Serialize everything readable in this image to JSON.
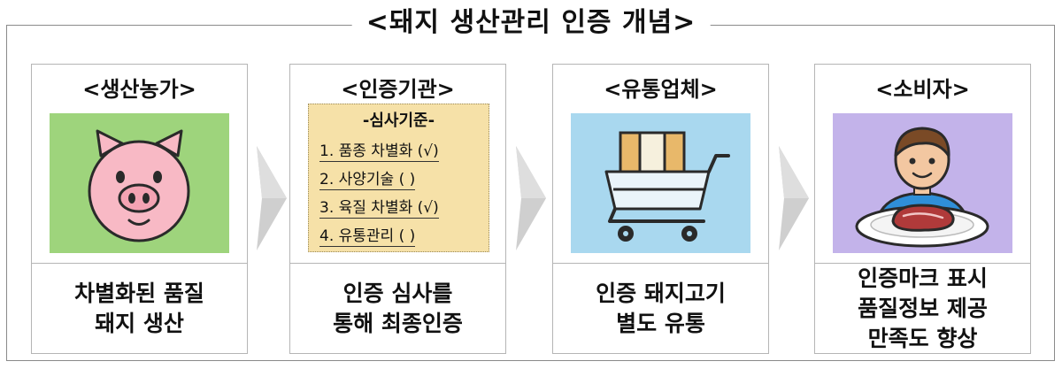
{
  "title": "<돼지 생산관리 인증 개념>",
  "cards": [
    {
      "title": "<생산농가>",
      "image_icon": "pig-face-icon",
      "desc": [
        "차별화된 품질",
        "돼지 생산"
      ]
    },
    {
      "title": "<인증기관>",
      "criteria_title": "-심사기준-",
      "criteria": [
        "1. 품종 차별화 (√)",
        "2. 사양기술 (   )",
        "3. 육질 차별화 (√)",
        "4. 유통관리 (   )"
      ],
      "desc": [
        "인증 심사를",
        "통해 최종인증"
      ]
    },
    {
      "title": "<유통업체>",
      "image_icon": "shopping-cart-with-box-icon",
      "desc": [
        "인증 돼지고기",
        "별도 유통"
      ]
    },
    {
      "title": "<소비자>",
      "image_icon": "person-with-meat-plate-icon",
      "desc": [
        "인증마크 표시",
        "품질정보 제공",
        "만족도 향상"
      ]
    }
  ],
  "colors": {
    "pig_bg": "#9ed47c",
    "criteria_bg": "#f6e1a8",
    "cart_bg": "#a9d8ef",
    "consumer_bg": "#c3b3ea",
    "arrow": "#cfcfcf"
  }
}
